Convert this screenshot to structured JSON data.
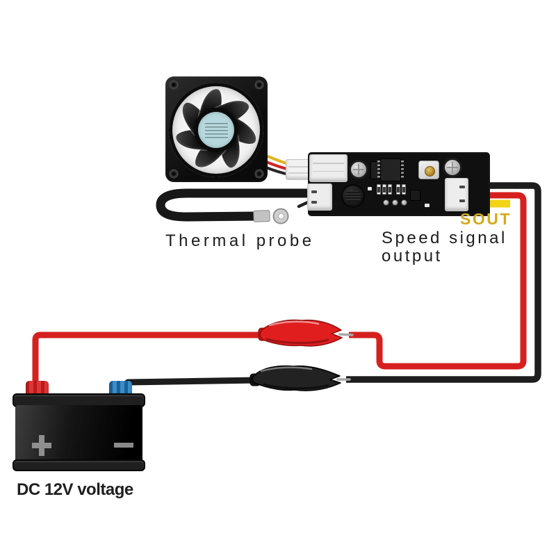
{
  "labels": {
    "thermal_probe": "Thermal probe",
    "speed_signal_line1": "Speed signal",
    "speed_signal_line2": "output",
    "sout": "SOUT",
    "battery_voltage": "DC 12V voltage"
  },
  "symbols": {
    "battery_positive": "+",
    "battery_negative": "−"
  },
  "colors": {
    "wire_red": "#d6201f",
    "wire_black": "#1d1d1d",
    "wire_yellow": "#f2d414",
    "fan_wire_yellow": "#e2b31d",
    "fan_wire_red": "#cf2424",
    "fan_wire_black": "#262626",
    "sout_text": "#d0ab1c",
    "label_text": "#1c1c1c",
    "pcb_board": "#101010",
    "fan_hub_label": "#b7d8dc",
    "battery_positive_terminal": "#c42020",
    "battery_negative_terminal": "#2b77b5",
    "clip_red": "#e11e1e",
    "clip_black": "#222222",
    "probe_cable": "#181818",
    "terminal_silver": "#c9c9c9"
  },
  "objects": {
    "fan": "cooling-fan",
    "controller": "fan-speed-controller-board",
    "thermal_probe": "thermal-probe-cable-with-ring-terminal",
    "battery": "dc-12v-battery",
    "red_clip": "red-alligator-clip",
    "black_clip": "black-alligator-clip",
    "signal_wire": "speed-signal-output-wire"
  }
}
